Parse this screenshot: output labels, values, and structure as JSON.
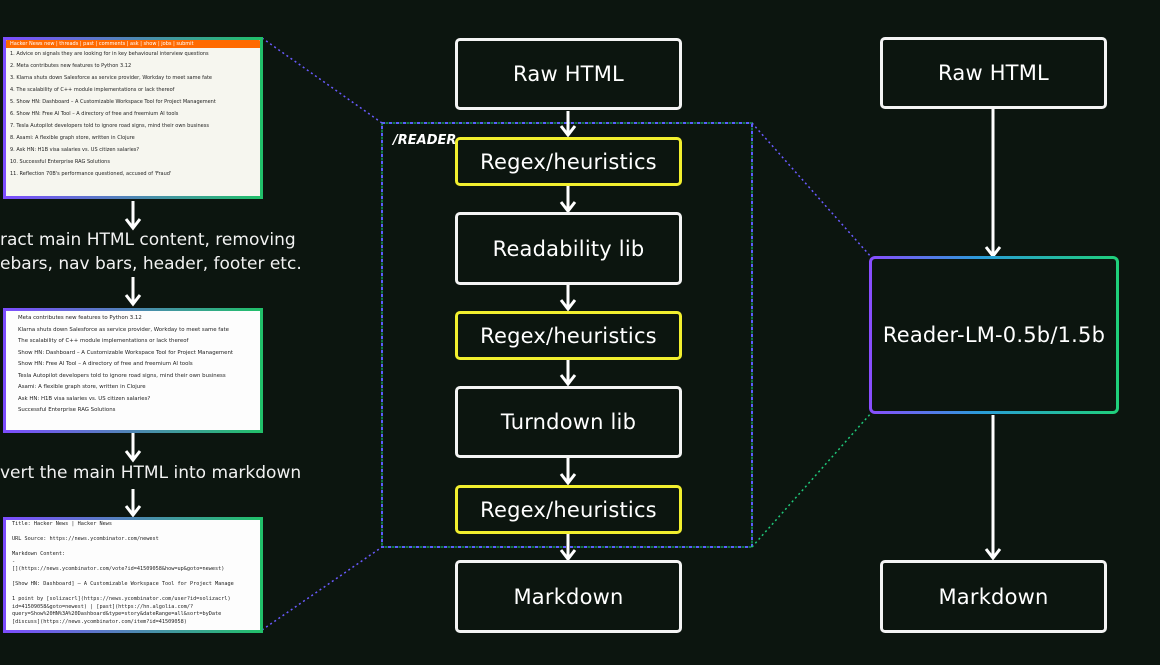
{
  "left": {
    "caption1": [
      "ract main HTML content, removing",
      "ebars, nav bars, header, footer etc."
    ],
    "caption2": "vert the main HTML into markdown",
    "hn_header": "Hacker News   new | threads | past | comments | ask | show | jobs | submit",
    "hn_rows": [
      "1. Advice on signals they are looking for in key behavioural interview questions",
      "2. Meta contributes new features to Python 3.12",
      "3. Klarna shuts down Salesforce as service provider, Workday to meet same fate",
      "4. The scalability of C++ module implementations or lack thereof",
      "5. Show HN: Dashboard – A Customizable Workspace Tool for Project Management",
      "6. Show HN: Free AI Tool – A directory of free and freemium AI tools",
      "7. Tesla Autopilot developers told to ignore road signs, mind their own business",
      "8. Asami: A flexible graph store, written in Clojure",
      "9. Ask HN: H1B visa salaries vs. US citizen salaries?",
      "10. Successful Enterprise RAG Solutions",
      "11. Reflection 70B's performance questioned, accused of 'Fraud'"
    ],
    "clean_rows": [
      "Meta contributes new features to Python 3.12",
      "Klarna shuts down Salesforce as service provider, Workday to meet same fate",
      "The scalability of C++ module implementations or lack thereof",
      "Show HN: Dashboard – A Customizable Workspace Tool for Project Management",
      "Show HN: Free AI Tool – A directory of free and freemium AI tools",
      "Tesla Autopilot developers told to ignore road signs, mind their own business",
      "Asami: A flexible graph store, written in Clojure",
      "Ask HN: H1B visa salaries vs. US citizen salaries?",
      "Successful Enterprise RAG Solutions"
    ],
    "md_rows": [
      "Title: Hacker News | Hacker News",
      "",
      "URL Source: https://news.ycombinator.com/newest",
      "",
      "Markdown Content:",
      "-",
      "[](https://news.ycombinator.com/vote?id=41509058&how=up&goto=newest)",
      "",
      "[Show HN: Dashboard] – A Customizable Workspace Tool for Project Manage",
      "",
      "1 point by [solizacrl](https://news.ycombinator.com/user?id=solizacrl)",
      "id=41509058&goto=newest) | [past](https://hn.algolia.com/?",
      "query=Show%20HN%3A%20Dashboard&type=story&dateRange=all&sort=byDate",
      "[discuss](https://news.ycombinator.com/item?id=41509058)"
    ]
  },
  "middle": {
    "tag": "/READER",
    "nodes": [
      "Raw HTML",
      "Regex/heuristics",
      "Readability lib",
      "Regex/heuristics",
      "Turndown lib",
      "Regex/heuristics",
      "Markdown"
    ]
  },
  "right": {
    "nodes": [
      "Raw HTML",
      "Reader-LM-0.5b/1.5b",
      "Markdown"
    ]
  },
  "colors": {
    "background": "#0c150f",
    "box_border": "#f4f4f4",
    "highlight": "#f2ef2e",
    "gradient_start": "#8a4dff",
    "gradient_end": "#1fd07a"
  }
}
